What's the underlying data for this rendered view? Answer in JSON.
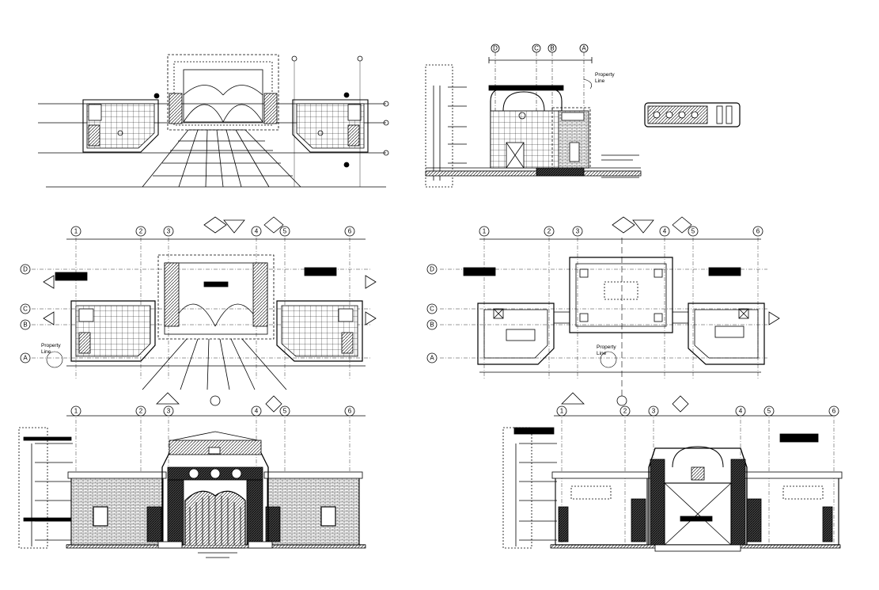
{
  "sheet": {
    "grid_numbers": [
      "1",
      "2",
      "3",
      "4",
      "5",
      "6"
    ],
    "grid_letters": [
      "D",
      "C",
      "B",
      "A"
    ],
    "elev_grid_letters": [
      "D",
      "C",
      "B",
      "A"
    ],
    "property_line": [
      "Property",
      "Line"
    ],
    "property_line_upper": [
      "Property",
      "Line"
    ]
  },
  "colors": {
    "ink": "#000000",
    "paper": "#ffffff"
  }
}
